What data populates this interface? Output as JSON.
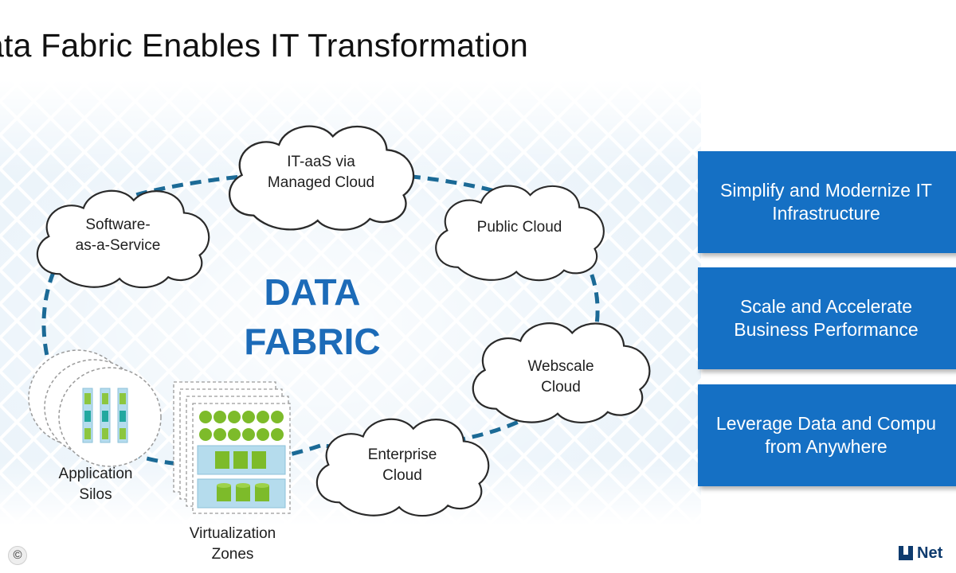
{
  "title": "ata Fabric Enables IT Transformation",
  "center_label": {
    "line1": "DATA",
    "line2": "FABRIC"
  },
  "clouds": {
    "itaas": {
      "line1": "IT-aaS via",
      "line2": "Managed Cloud"
    },
    "saas": {
      "line1": "Software-",
      "line2": "as-a-Service"
    },
    "public": {
      "line1": "Public Cloud"
    },
    "webscale": {
      "line1": "Webscale",
      "line2": "Cloud"
    },
    "enterprise": {
      "line1": "Enterprise",
      "line2": "Cloud"
    }
  },
  "app_silos": {
    "line1": "Application",
    "line2": "Silos"
  },
  "virt_zones": {
    "line1": "Virtualization",
    "line2": "Zones"
  },
  "benefits": [
    {
      "line1": "Simplify and Modernize IT",
      "line2": "Infrastructure"
    },
    {
      "line1": "Scale and Accelerate",
      "line2": "Business Performance"
    },
    {
      "line1": "Leverage Data and Compu",
      "line2": "from Anywhere"
    }
  ],
  "logo_text": "Net",
  "copyright_symbol": "©",
  "colors": {
    "accent_blue": "#1570c4",
    "fabric_text": "#1c6bb8",
    "dash_ring": "#1b6a96",
    "silo_teal": "#23a89f",
    "silo_green": "#8cc63f",
    "zone_green": "#7dbb2a",
    "zone_panel": "#b5dced"
  }
}
